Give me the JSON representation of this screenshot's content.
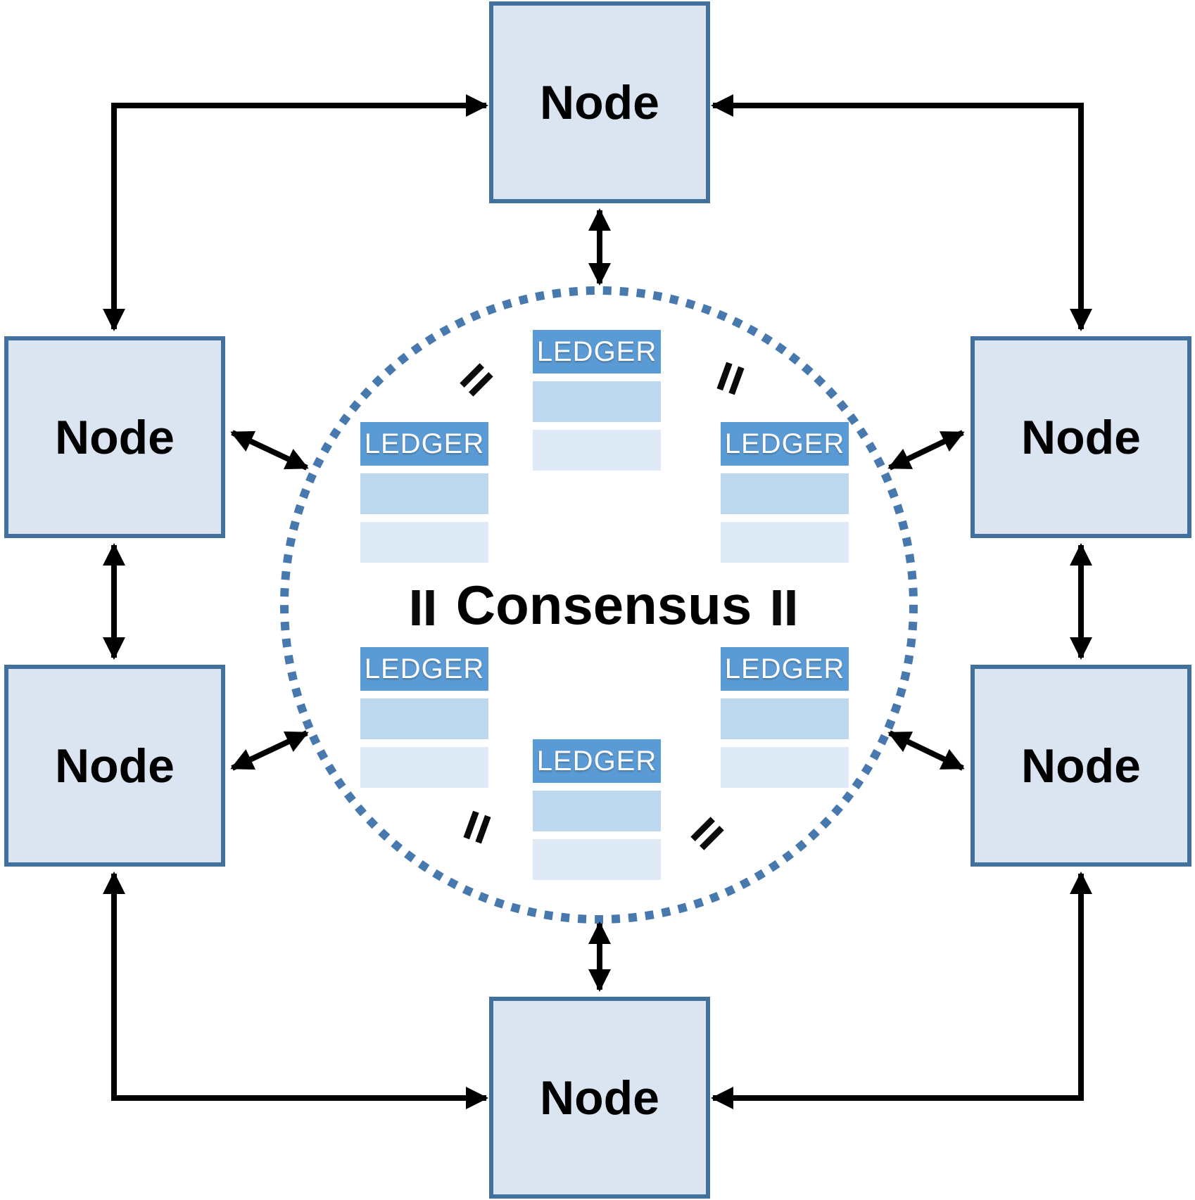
{
  "diagram": {
    "center_label": "Consensus",
    "node_label_text": "Node",
    "ledger_label_text": "LEDGER",
    "nodes": [
      {
        "position": "top",
        "label": "Node"
      },
      {
        "position": "left-upper",
        "label": "Node"
      },
      {
        "position": "left-lower",
        "label": "Node"
      },
      {
        "position": "right-upper",
        "label": "Node"
      },
      {
        "position": "right-lower",
        "label": "Node"
      },
      {
        "position": "bottom",
        "label": "Node"
      }
    ],
    "ledgers": [
      {
        "position": "top",
        "label": "LEDGER"
      },
      {
        "position": "mid-left",
        "label": "LEDGER"
      },
      {
        "position": "mid-right",
        "label": "LEDGER"
      },
      {
        "position": "bottom-left",
        "label": "LEDGER"
      },
      {
        "position": "bottom-right",
        "label": "LEDGER"
      },
      {
        "position": "bottom",
        "label": "LEDGER"
      }
    ],
    "equals_symbol": "=",
    "colors": {
      "node_fill": "#dbe5f1",
      "node_border": "#41719c",
      "ledger_header": "#5b9bd5",
      "ledger_row_1": "#bdd7ee",
      "ledger_row_2": "#deeaf6",
      "circle_dots": "#4778ae",
      "arrows_and_text": "#000000",
      "ledger_text": "#ffffff"
    }
  }
}
